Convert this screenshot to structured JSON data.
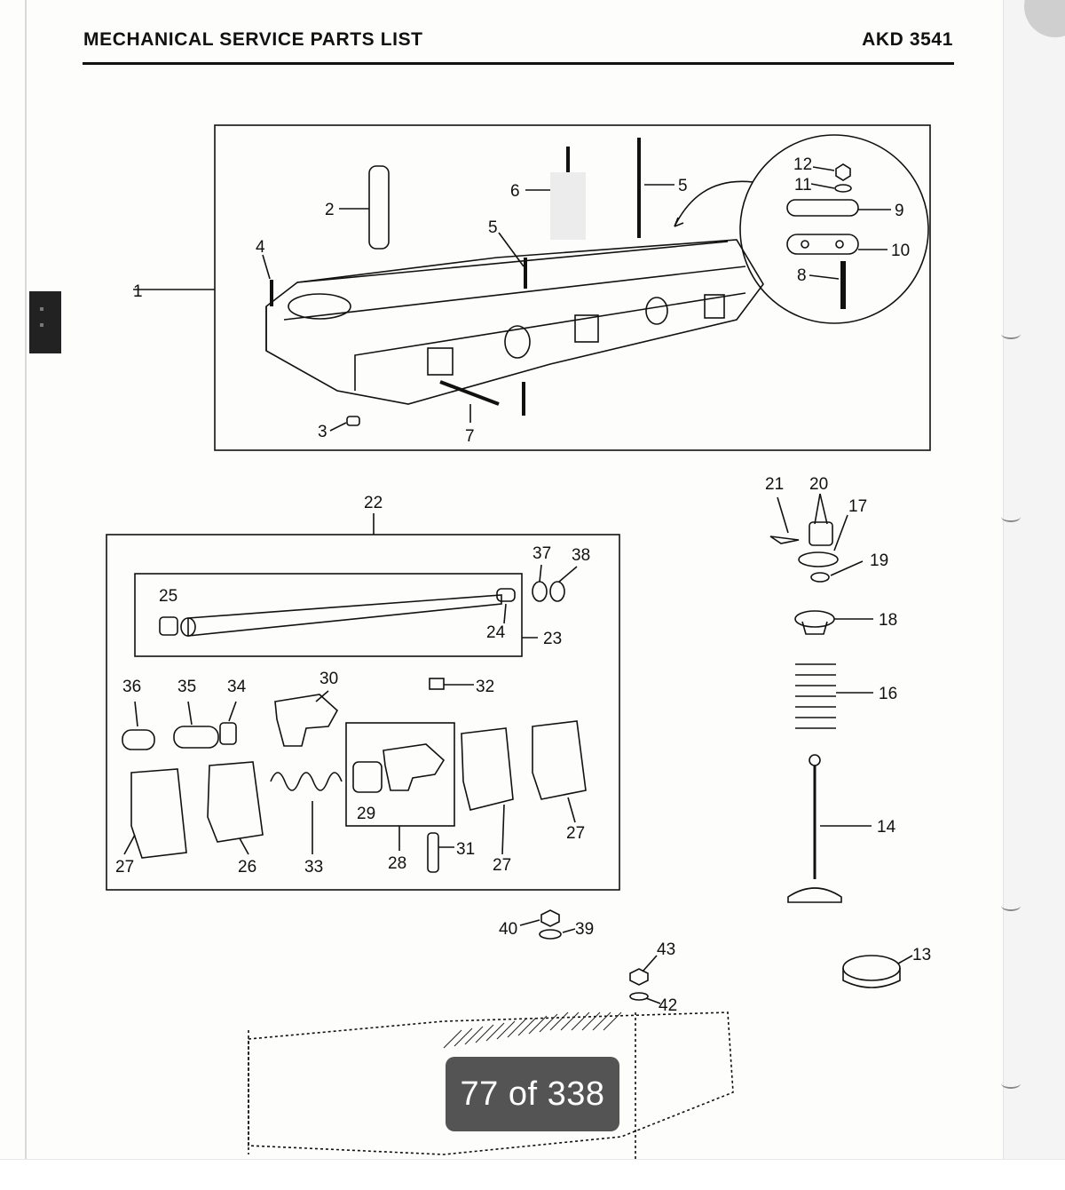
{
  "header": {
    "title": "MECHANICAL SERVICE PARTS LIST",
    "code": "AKD 3541"
  },
  "viewer": {
    "page_counter": "77 of 338"
  },
  "callouts": {
    "c1": "1",
    "c2": "2",
    "c3": "3",
    "c4": "4",
    "c5a": "5",
    "c5b": "5",
    "c6": "6",
    "c7": "7",
    "c8": "8",
    "c9": "9",
    "c10": "10",
    "c11": "11",
    "c12": "12",
    "c13": "13",
    "c14": "14",
    "c16": "16",
    "c17": "17",
    "c18": "18",
    "c19": "19",
    "c20": "20",
    "c21": "21",
    "c22": "22",
    "c23": "23",
    "c24": "24",
    "c25": "25",
    "c26": "26",
    "c27a": "27",
    "c27b": "27",
    "c27c": "27",
    "c28": "28",
    "c29": "29",
    "c30": "30",
    "c31": "31",
    "c32": "32",
    "c33": "33",
    "c34": "34",
    "c35": "35",
    "c36": "36",
    "c37": "37",
    "c38": "38",
    "c39": "39",
    "c40": "40",
    "c42": "42",
    "c43": "43"
  }
}
